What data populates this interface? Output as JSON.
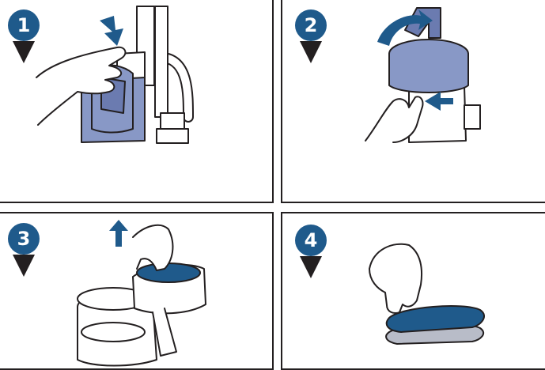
{
  "steps": [
    {
      "number": "1",
      "illustration": "open-dust-cup-latch"
    },
    {
      "number": "2",
      "illustration": "press-release-lift-lid"
    },
    {
      "number": "3",
      "illustration": "remove-filter-upward"
    },
    {
      "number": "4",
      "illustration": "filter-and-foam-pad"
    }
  ],
  "colors": {
    "accent": "#1f5a8b",
    "body_blue": "#8898c6",
    "filter_blue": "#1f5a8b",
    "outline": "#231f20",
    "foam_gray": "#b8bcc8"
  }
}
